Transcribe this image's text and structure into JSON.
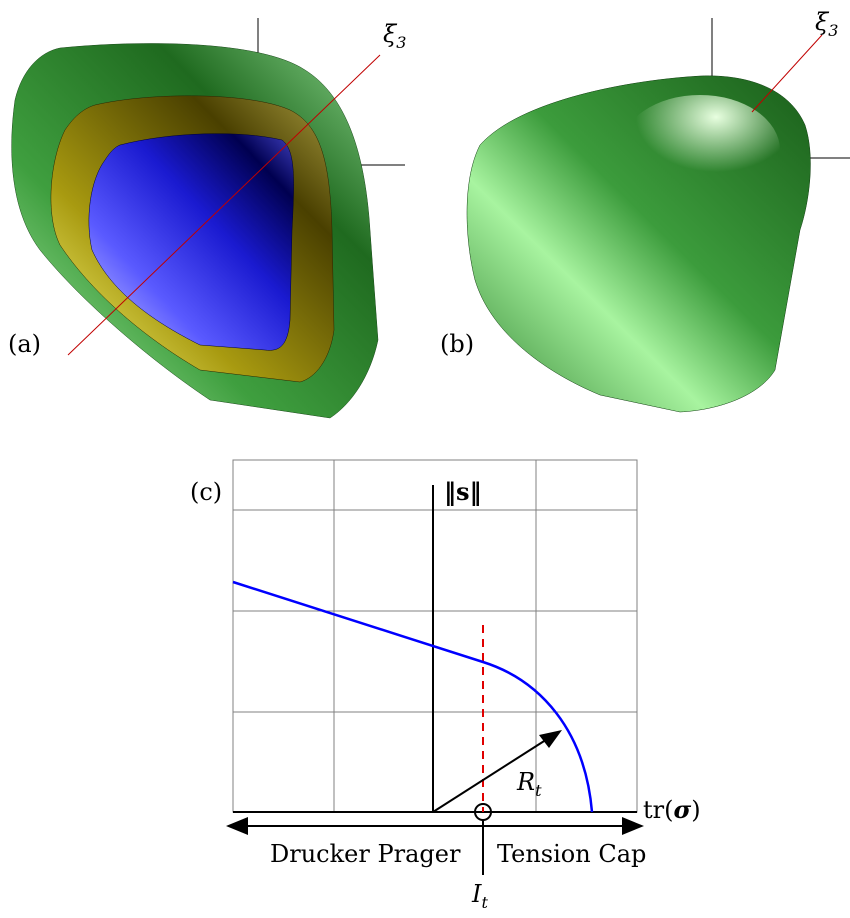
{
  "panels": {
    "a": {
      "label": "(a)",
      "axis_label": "ξ",
      "axis_sub": "3"
    },
    "b": {
      "label": "(b)",
      "axis_label": "ξ",
      "axis_sub": "3"
    },
    "c": {
      "label": "(c)",
      "y_axis_label": "‖s‖",
      "x_axis_label_pre": "tr(",
      "x_axis_label_sym": "σ",
      "x_axis_label_post": ")",
      "radius_label": "R",
      "radius_sub": "t",
      "left_region": "Drucker Prager",
      "right_region": "Tension Cap",
      "point_label": "I",
      "point_sub": "t"
    }
  },
  "colors": {
    "outer_surface": "#2e7d2e",
    "middle_surface": "#6b5a00",
    "inner_surface": "#1010b0",
    "cap_surface": "#3aa03a",
    "yield_curve": "#0000ff",
    "dashed_line": "#e00000",
    "grid": "#808080"
  },
  "chart_data": {
    "type": "line",
    "title": "",
    "xlabel": "tr(σ)",
    "ylabel": "‖s‖",
    "series": [
      {
        "x": [
          -2.0,
          -1.0,
          0.0,
          0.5
        ],
        "y": [
          2.5,
          2.1,
          1.8,
          1.6
        ]
      }
    ]
  }
}
